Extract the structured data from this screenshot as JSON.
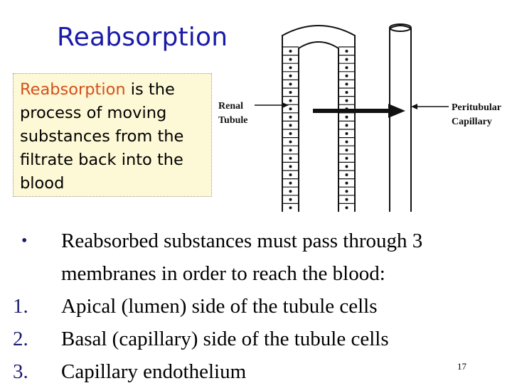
{
  "slide": {
    "title": "Reabsorption",
    "definition": {
      "highlight": "Reabsorption",
      "rest": " is the process of moving substances from the filtrate back into the blood"
    },
    "bullets": [
      {
        "marker": "•",
        "text": "Reabsorbed substances must pass through 3 membranes in order to reach the blood:"
      },
      {
        "marker": "1.",
        "text": "Apical (lumen) side of the tubule cells"
      },
      {
        "marker": "2.",
        "text": "Basal (capillary) side of the tubule cells"
      },
      {
        "marker": "3.",
        "text": "Capillary endothelium"
      }
    ],
    "page_number": "17"
  },
  "diagram": {
    "label_left_line1": "Renal",
    "label_left_line2": "Tubule",
    "label_right_line1": "Peritubular",
    "label_right_line2": "Capillary"
  },
  "colors": {
    "title": "#1a1aa8",
    "highlight": "#d4501c",
    "box_background": "#fdf8d5",
    "marker": "#1a1a70"
  }
}
